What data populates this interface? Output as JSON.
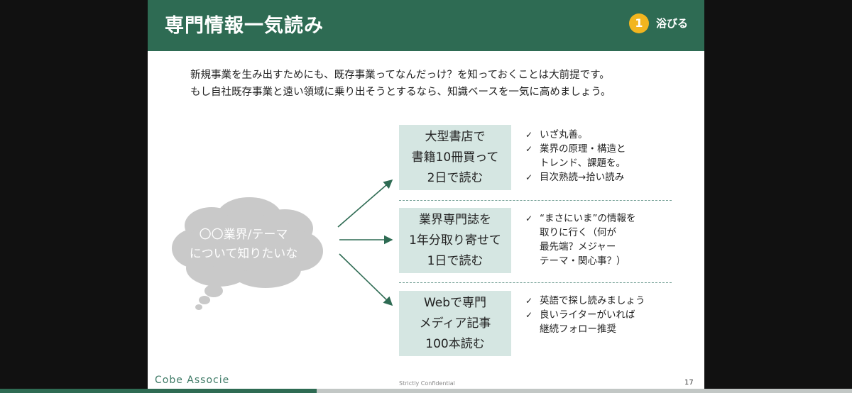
{
  "slide": {
    "title": "専門情報一気読み",
    "badge_number": "1",
    "badge_label": "浴びる",
    "intro": [
      "新規事業を生み出すためにも、既存事業ってなんだっけ？を知っておくことは大前提です。",
      "もし自社既存事業と遠い領域に乗り出そうとするなら、知識ベースを一気に高めましょう。"
    ],
    "thought_bubble": [
      "〇〇業界/テーマ",
      "について知りたいな"
    ],
    "methods": [
      {
        "box": [
          "大型書店で",
          "書籍10冊買って",
          "2日で読む"
        ],
        "notes": [
          [
            "いざ丸善。"
          ],
          [
            "業界の原理・構造と",
            "トレンド、課題を。"
          ],
          [
            "目次熟読→拾い読み"
          ]
        ]
      },
      {
        "box": [
          "業界専門誌を",
          "1年分取り寄せて",
          "1日で読む"
        ],
        "notes": [
          [
            "“まさにいま”の情報を",
            "取りに行く（何が",
            "最先端？メジャー",
            "テーマ・関心事？）"
          ]
        ]
      },
      {
        "box": [
          "Webで専門",
          "メディア記事",
          "100本読む"
        ],
        "notes": [
          [
            "英語で探し読みましょう"
          ],
          [
            "良いライターがいれば",
            "継続フォロー推奨"
          ]
        ]
      }
    ],
    "check_mark": "✓",
    "footer": {
      "brand": "Cobe Associe",
      "confidential": "Strictly Confidential",
      "page_number": "17"
    }
  },
  "colors": {
    "header": "#2e6b53",
    "badge": "#f2b51f",
    "box_fill": "#d5e6e2",
    "cloud": "#c9c9c9"
  },
  "progress": 0.372
}
